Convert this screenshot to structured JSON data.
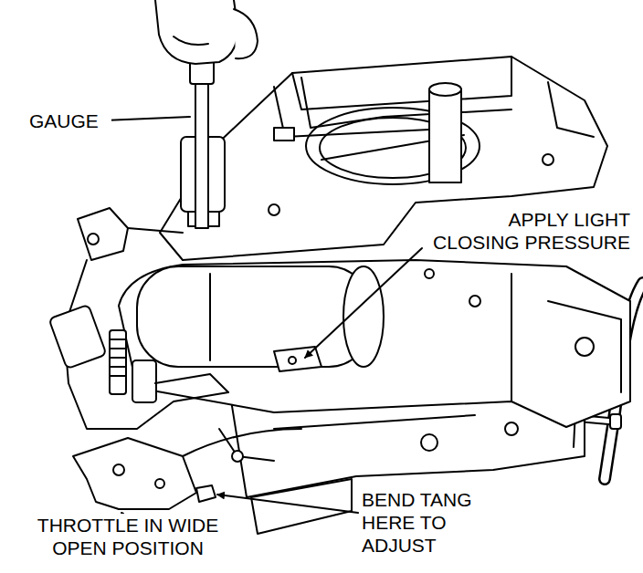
{
  "diagram": {
    "labels": [
      "GAUGE",
      "APPLY LIGHT CLOSING PRESSURE",
      "THROTTLE IN WIDE OPEN POSITION",
      "BEND TANG HERE TO ADJUST"
    ]
  }
}
